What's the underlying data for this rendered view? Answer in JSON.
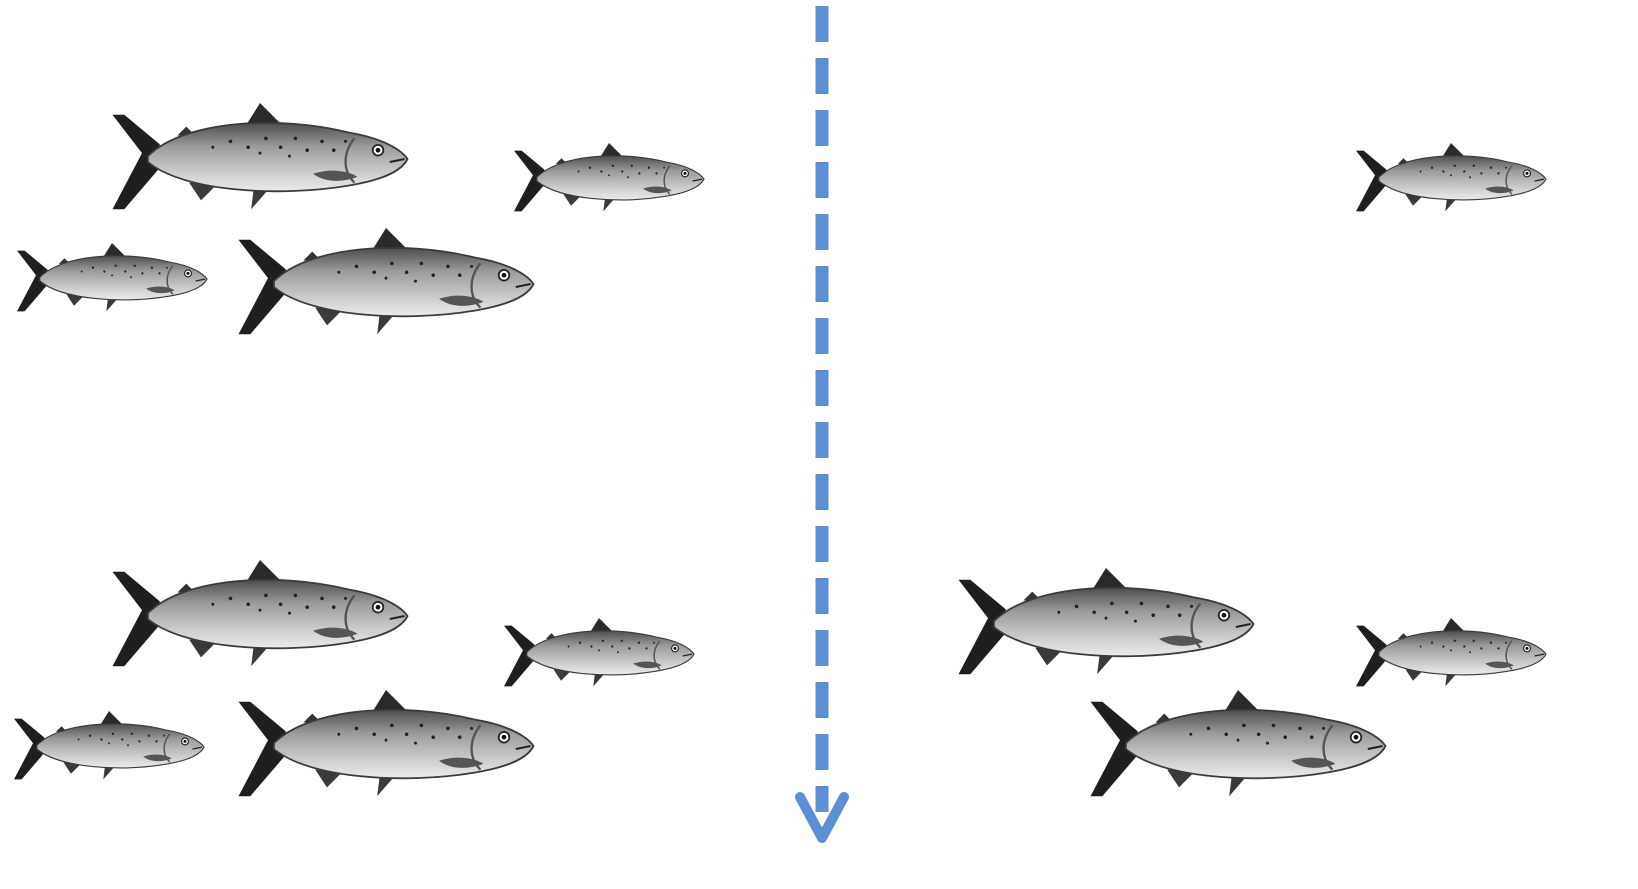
{
  "colors": {
    "background": "#ffffff",
    "arrow": "#5b8fd6",
    "fish_body": "#a9a9a9",
    "fish_back": "#5a5a5a",
    "fish_belly": "#e2e2e2",
    "fish_fin": "#2b2b2b",
    "fish_spots": "#222222"
  },
  "arrow": {
    "style": "dashed",
    "direction": "down",
    "icon": "arrow-down-icon"
  },
  "groups": [
    {
      "name": "top-left-school",
      "fish_count": 4
    },
    {
      "name": "top-right-school",
      "fish_count": 1
    },
    {
      "name": "bottom-left-school",
      "fish_count": 4
    },
    {
      "name": "bottom-right-school",
      "fish_count": 3
    }
  ],
  "fish_icon": "salmon-icon"
}
